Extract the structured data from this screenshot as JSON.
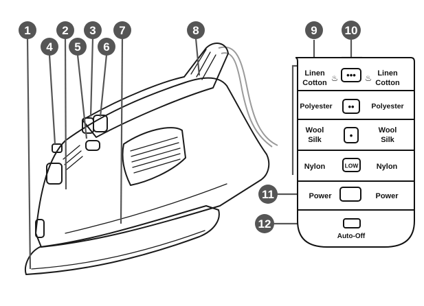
{
  "callouts": [
    {
      "number": "1"
    },
    {
      "number": "2"
    },
    {
      "number": "3"
    },
    {
      "number": "4"
    },
    {
      "number": "5"
    },
    {
      "number": "6"
    },
    {
      "number": "7"
    },
    {
      "number": "8"
    },
    {
      "number": "9"
    },
    {
      "number": "10"
    },
    {
      "number": "11"
    },
    {
      "number": "12"
    }
  ],
  "panel": {
    "rows": [
      {
        "left": [
          "Linen",
          "Cotton"
        ],
        "button": "•••",
        "right": [
          "Linen",
          "Cotton"
        ]
      },
      {
        "left": [
          "Polyester"
        ],
        "button": "••",
        "right": [
          "Polyester"
        ]
      },
      {
        "left": [
          "Wool",
          "Silk"
        ],
        "button": "•",
        "right": [
          "Wool",
          "Silk"
        ]
      },
      {
        "left": [
          "Nylon"
        ],
        "button": "LOW",
        "right": [
          "Nylon"
        ]
      }
    ],
    "power": {
      "left": "Power",
      "right": "Power"
    },
    "auto_off": {
      "label": "Auto-Off"
    }
  },
  "colors": {
    "callout": "#555555",
    "ink": "#1a1a1a",
    "background": "#ffffff"
  }
}
